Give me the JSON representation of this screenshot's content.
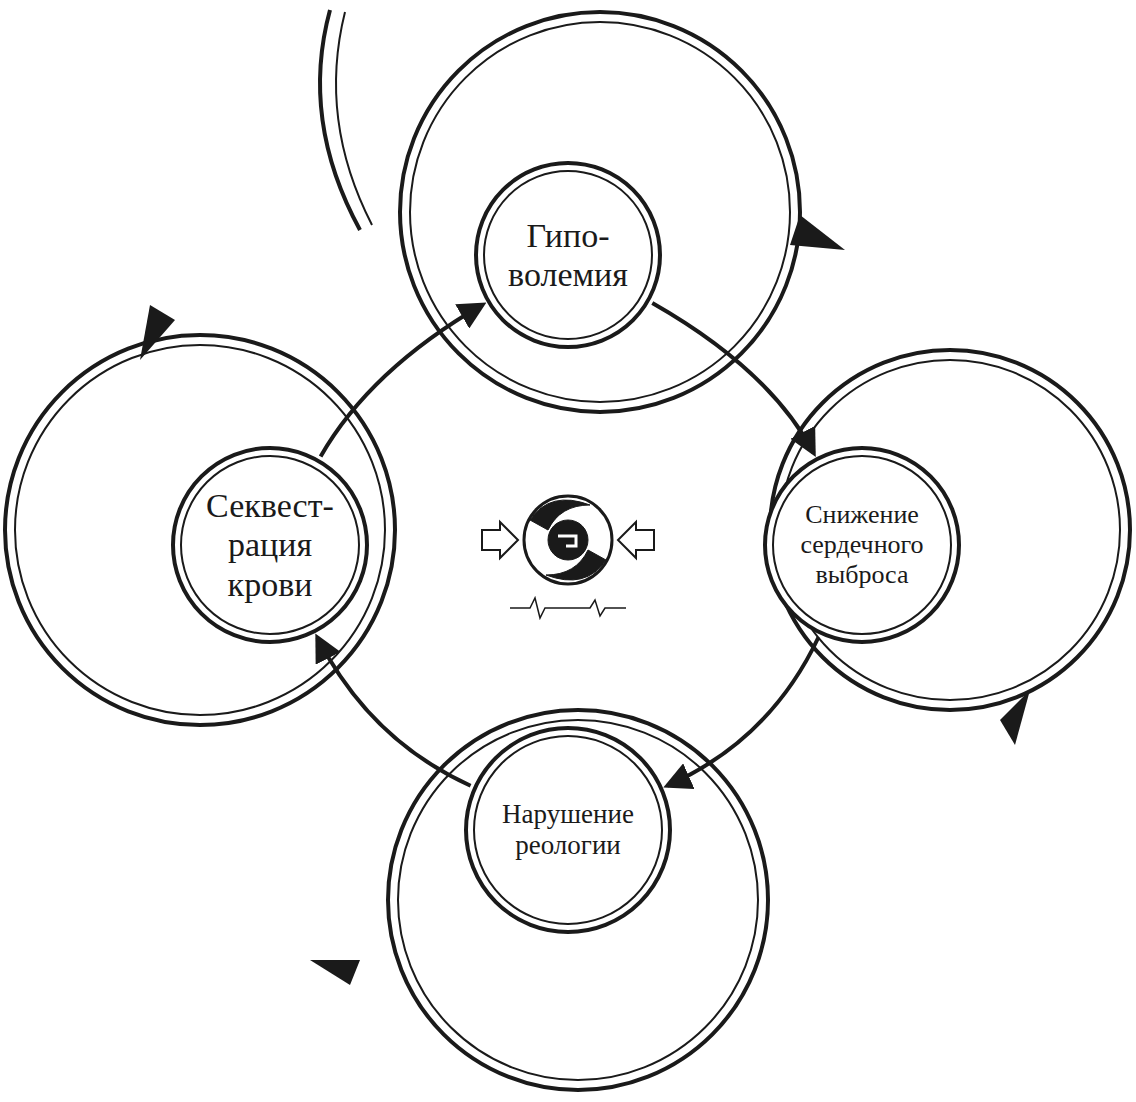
{
  "diagram": {
    "nodes": [
      {
        "text": [
          "Гипо- волемия"
        ]
      },
      {
        "text": [
          "Снижение сердечного выброса"
        ]
      },
      {
        "text": [
          "Нарушение реологии"
        ]
      },
      {
        "text": [
          "Секвест- рация крови"
        ]
      }
    ],
    "edges": [
      {
        "from": 0,
        "to": 1,
        "arrow": "to"
      },
      {
        "from": 1,
        "to": 2,
        "arrow": "to"
      },
      {
        "from": 2,
        "to": 3,
        "arrow": "to"
      },
      {
        "from": 3,
        "to": 0,
        "arrow": "to"
      }
    ]
  }
}
